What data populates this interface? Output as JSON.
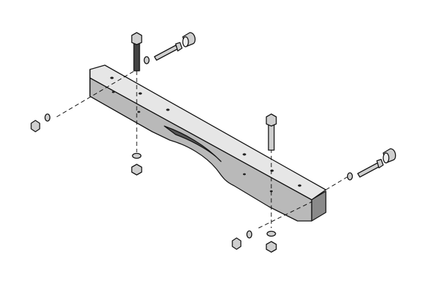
{
  "colors": {
    "background": "#ffffff",
    "outline": "#111111",
    "bracket_top": "#e6e6e6",
    "bracket_face": "#b9b9b9",
    "bracket_shadow": "#8a8a8a",
    "hardware": "#cfcfcf"
  },
  "parts": [
    "bracket",
    "vertical-bolt",
    "horizontal-bolt",
    "nut",
    "washer",
    "cap"
  ]
}
